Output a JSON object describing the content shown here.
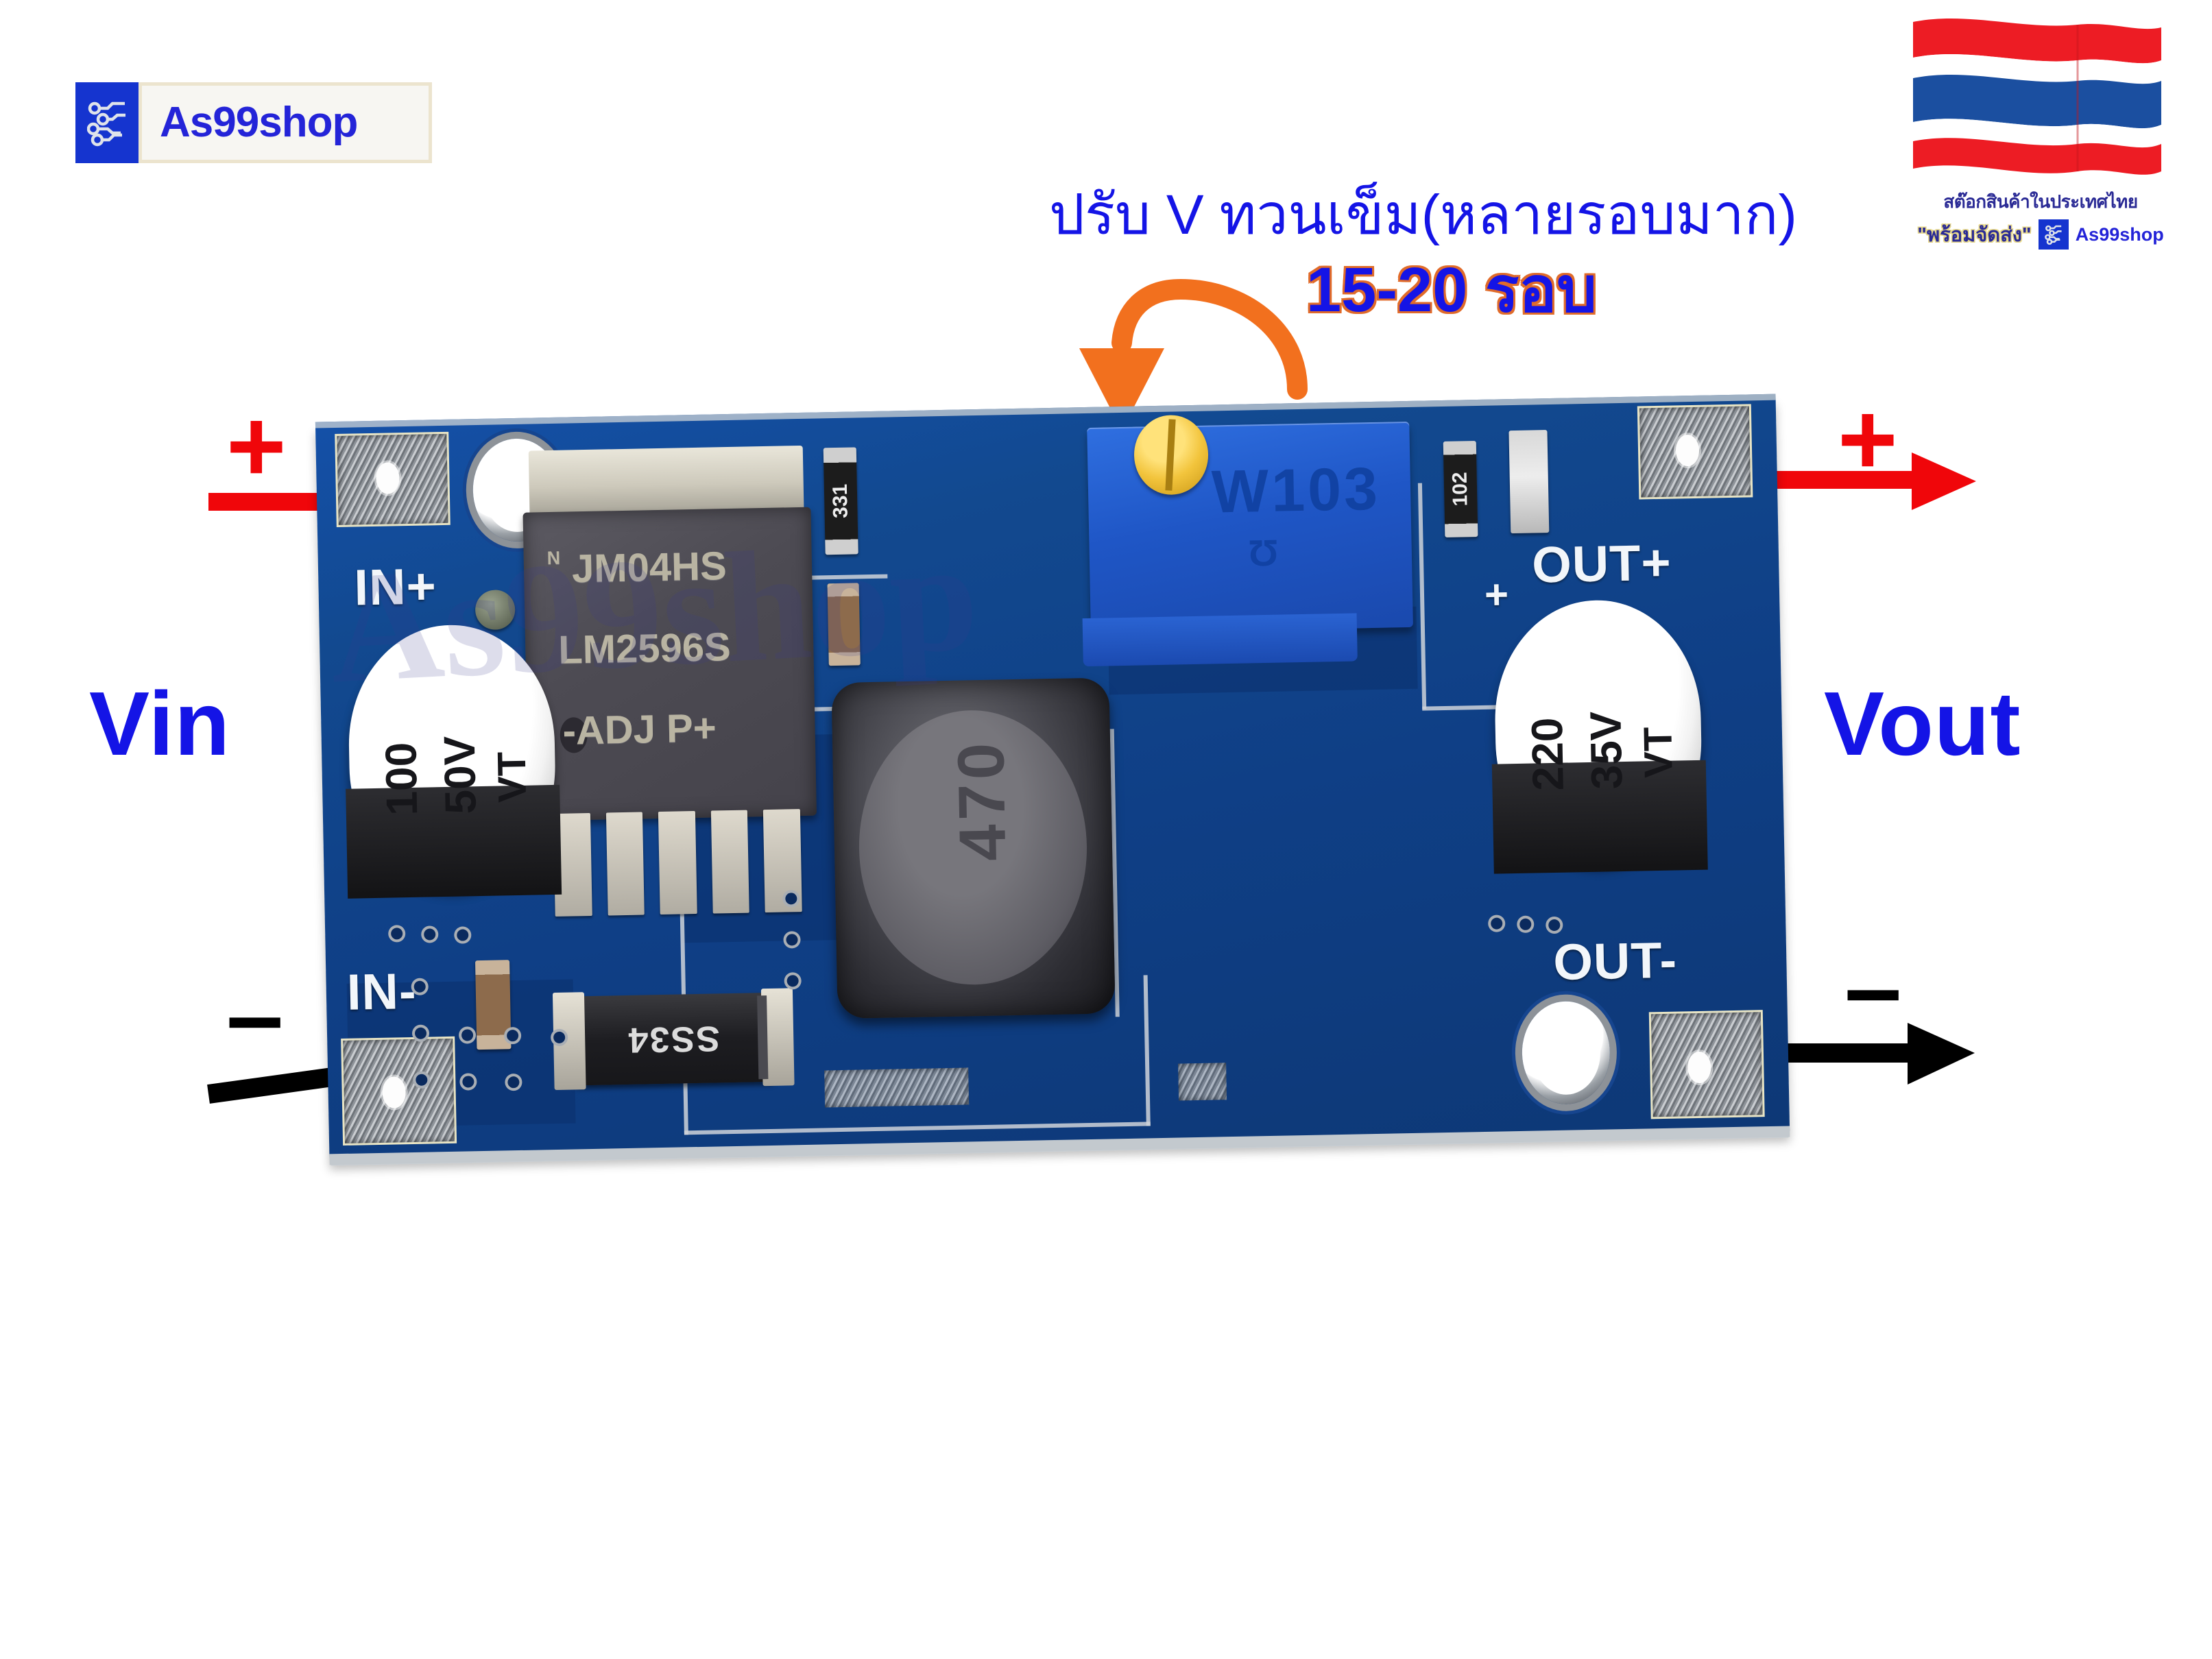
{
  "brand": {
    "logo_name": "As99shop",
    "logo_icon": "circuit-node-icon"
  },
  "flag_badge": {
    "flag_icon": "thailand-flag-icon",
    "caption_line1": "สต๊อกสินค้าในประเทศไทย",
    "caption_line2": "\"พร้อมจัดส่ง\"",
    "mini_logo_icon": "circuit-node-icon",
    "mini_logo_name": "As99shop",
    "colors": {
      "red": "#ED1C24",
      "blue": "#1B4FA0",
      "text": "#2a2a95",
      "outline": "#e8d98a"
    }
  },
  "annotation": {
    "line1": "ปรับ V ทวนเข็ม(หลายรอบมาก)",
    "line2": "15-20 รอบ",
    "arrow_icon": "curved-down-arrow-icon",
    "colors": {
      "text": "#1414e6",
      "outline": "#e06b2a",
      "arrow": "#F2701E"
    }
  },
  "terminals": {
    "input_plus": {
      "polarity": "+",
      "silk": "IN+",
      "arrow_icon": "right-arrow-icon",
      "color": "#f0060a"
    },
    "input_minus": {
      "polarity": "–",
      "silk": "IN-",
      "arrow_icon": "right-arrow-icon",
      "color": "#000000"
    },
    "output_plus": {
      "polarity": "+",
      "silk": "OUT+",
      "arrow_icon": "right-arrow-icon",
      "color": "#f0060a"
    },
    "output_minus": {
      "polarity": "–",
      "silk": "OUT-",
      "arrow_icon": "right-arrow-icon",
      "color": "#000000"
    }
  },
  "side_labels": {
    "input": "Vin",
    "output": "Vout",
    "color": "#1414e6"
  },
  "board": {
    "watermark": "As99shop",
    "silkscreen": {
      "in_plus": "IN+",
      "in_minus": "IN-",
      "out_plus": "OUT+",
      "out_minus": "OUT-",
      "cap_plus_mark": "+"
    },
    "components": {
      "ic": {
        "line1": "JM04HS",
        "line2": "LM2596S",
        "line3": "-ADJ  P+",
        "logo": "N"
      },
      "trimpot": {
        "marking": "W103",
        "sub_marking": "Ω"
      },
      "inductor": {
        "marking": "470"
      },
      "input_cap": {
        "value": "100",
        "voltage": "50V",
        "series": "VT"
      },
      "output_cap": {
        "value": "220",
        "voltage": "35V",
        "series": "VT"
      },
      "diode": {
        "marking": "SS34"
      },
      "resistor_331": {
        "marking": "331"
      },
      "resistor_102": {
        "marking": "102"
      }
    },
    "colors": {
      "solder_mask": "#12498f",
      "silkscreen": "#f2f6fa",
      "pad_copper": "#b9bdc2"
    }
  }
}
